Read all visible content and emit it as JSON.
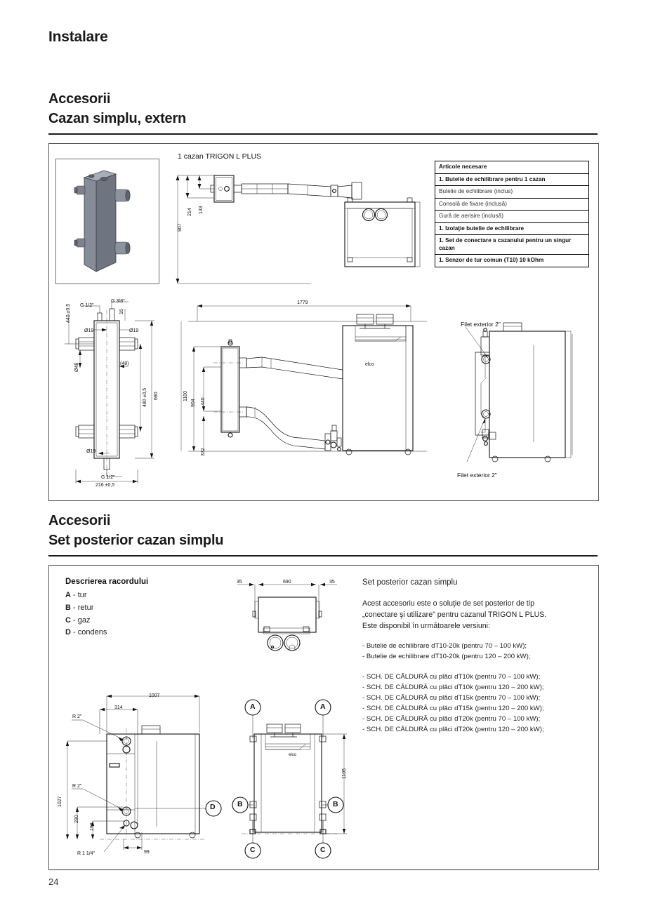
{
  "page": {
    "title": "Instalare",
    "number": "24"
  },
  "section1": {
    "heading_line1": "Accesorii",
    "heading_line2": "Cazan simplu, extern",
    "drawing_caption": "1 cazan TRIGON L PLUS",
    "items_table": {
      "header": "Articole necesare",
      "rows": [
        {
          "text": "1. Butelie de echilibrare pentru 1 cazan",
          "bold": true
        },
        {
          "text": "Butelie de echilibrare (inclus)",
          "bold": false
        },
        {
          "text": "Consolă de fixare (inclusă)",
          "bold": false
        },
        {
          "text": "Gură de aerisire (inclusă)",
          "bold": false
        },
        {
          "text": "1. Izolaţie butelie de echilibrare",
          "bold": true
        },
        {
          "text": "1. Set de conectare a cazanului pentru un singur cazan",
          "bold": true
        },
        {
          "text": "1. Senzor de tur comun (T10) 10 kOhm",
          "bold": true
        }
      ]
    },
    "dimensions": {
      "top_view_height_907": "907",
      "top_view_214": "214",
      "top_view_133": "133",
      "overall_length_1779": "1779",
      "overall_height_1100": "1100",
      "separator_904": "904",
      "separator_440": "440",
      "separator_332": "332",
      "sep_690": "690",
      "sep_480": "480 ±0,5",
      "sep_216": "216 ±0,5",
      "sep_440_2": "440 ±0,5",
      "sep_48": "(48)",
      "sep_16": "16",
      "thread_g12_top": "G 1/2\"",
      "thread_g38": "G 3/8\"",
      "thread_g12_bottom": "G 1/2\"",
      "dia_19_a": "Ø19",
      "dia_19_b": "Ø19",
      "dia_19_c": "Ø19",
      "dia_48": "Ø48"
    },
    "callouts": {
      "thread_top": "Filet exterior 2\"",
      "thread_bottom": "Filet exterior 2\""
    },
    "brand": "elco"
  },
  "section2": {
    "heading_line1": "Accesorii",
    "heading_line2": "Set posterior cazan simplu",
    "connection_desc": {
      "title": "Descrierea racordului",
      "rows": [
        {
          "letter": "A",
          "label": "- tur"
        },
        {
          "letter": "B",
          "label": "- retur"
        },
        {
          "letter": "C",
          "label": "- gaz"
        },
        {
          "letter": "D",
          "label": "- condens"
        }
      ]
    },
    "kit": {
      "title": "Set posterior cazan simplu",
      "paragraph_lines": [
        "Acest accesoriu este o soluţie de set posterior de tip",
        "„conectare şi utilizare\" pentru cazanul TRIGON L PLUS.",
        "Este disponibil în următoarele versiuni:"
      ],
      "versions_group1": [
        "-  Butelie de echilibrare dT10-20k (pentru 70 – 100 kW);",
        "-  Butelie de echilibrare dT10-20k (pentru 120 – 200 kW);"
      ],
      "versions_group2": [
        "- SCH. DE CĂLDURĂ cu plăci dT10k (pentru 70 – 100 kW);",
        "- SCH. DE CĂLDURĂ cu plăci dT10k (pentru 120 – 200 kW);",
        "- SCH. DE CĂLDURĂ cu plăci dT15k (pentru 70 – 100 kW);",
        "- SCH. DE CĂLDURĂ cu plăci dT15k (pentru 120 – 200 kW);",
        "- SCH. DE CĂLDURĂ cu plăci dT20k (pentru 70 – 100 kW);",
        "- SCH. DE CĂLDURĂ cu plăci dT20k (pentru 120 – 200 kW);"
      ]
    },
    "dimensions": {
      "top_35_left": "35",
      "top_690": "690",
      "top_35_right": "35",
      "front_height_1105": "1105",
      "side_1007": "1007",
      "side_314": "314",
      "side_290": "290",
      "side_198": "198",
      "side_99": "99",
      "thread_r2_top": "R 2\"",
      "thread_r2_bottom": "R 2\"",
      "thread_r114": "R 1 1/4\"",
      "side_1027": "1027"
    },
    "callout_letters": {
      "a_left": "A",
      "a_right": "A",
      "b_left": "B",
      "b_right": "B",
      "c_left": "C",
      "c_right": "C",
      "d_right": "D"
    },
    "brand": "elco"
  },
  "colors": {
    "ink": "#1a1a1a",
    "rule": "#1a1a1a",
    "panel_border": "#555555",
    "render_body": "#6e7480",
    "render_light": "#9aa1ab",
    "render_dark": "#4c525c"
  }
}
